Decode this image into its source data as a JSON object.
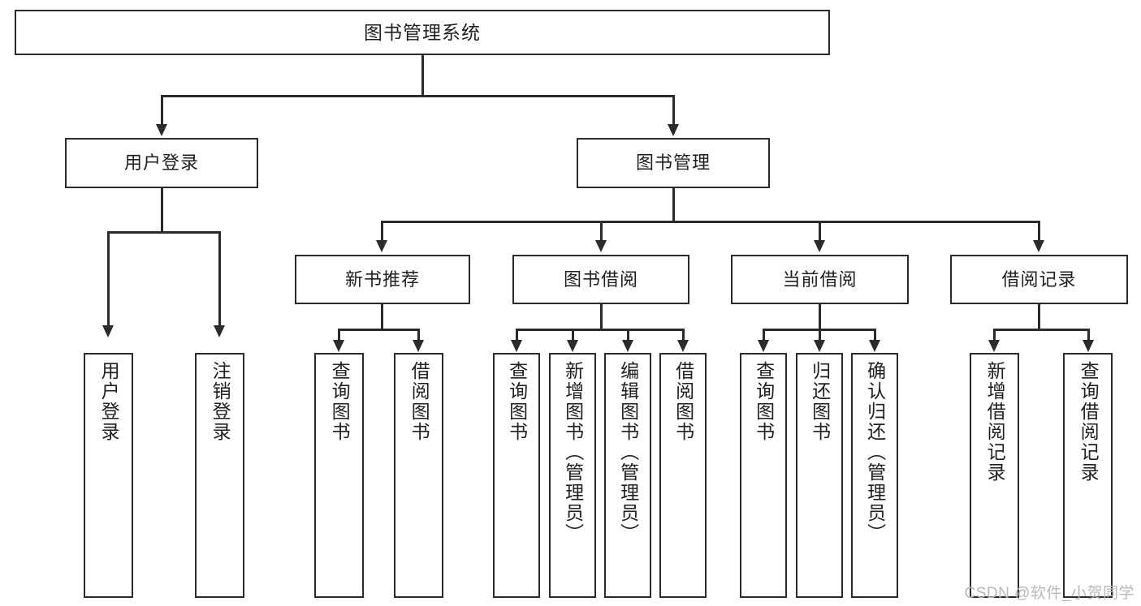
{
  "diagram": {
    "type": "tree-hierarchy",
    "title": "图书管理系统",
    "root": {
      "label": "图书管理系统"
    },
    "level1": [
      {
        "label": "用户登录"
      },
      {
        "label": "图书管理"
      }
    ],
    "level2": [
      {
        "label": "新书推荐"
      },
      {
        "label": "图书借阅"
      },
      {
        "label": "当前借阅"
      },
      {
        "label": "借阅记录"
      }
    ],
    "leaves": {
      "user_login": [
        {
          "label": "用户登录"
        },
        {
          "label": "注销登录"
        }
      ],
      "new_book": [
        {
          "label": "查询图书"
        },
        {
          "label": "借阅图书"
        }
      ],
      "book_borrow": [
        {
          "label": "查询图书"
        },
        {
          "label": "新增图书（管理员）"
        },
        {
          "label": "编辑图书（管理员）"
        },
        {
          "label": "借阅图书"
        }
      ],
      "current_borrow": [
        {
          "label": "查询图书"
        },
        {
          "label": "归还图书"
        },
        {
          "label": "确认归还（管理员）"
        }
      ],
      "borrow_record": [
        {
          "label": "新增借阅记录"
        },
        {
          "label": "查询借阅记录"
        }
      ]
    }
  },
  "watermark": {
    "text": "CSDN @软件_小贺同学"
  },
  "colors": {
    "stroke": "#2b2b2b",
    "background": "#ffffff",
    "text": "#1f1f1f",
    "watermark": "#b9b9b9"
  }
}
